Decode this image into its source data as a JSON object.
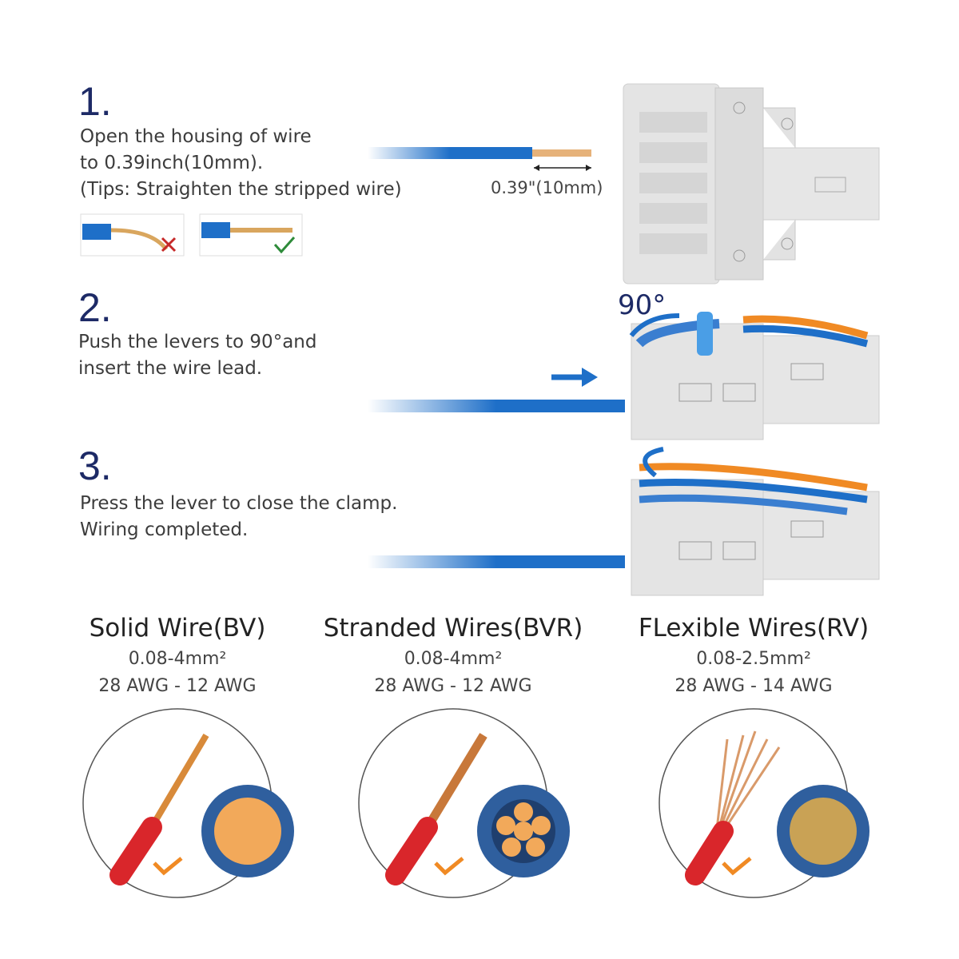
{
  "steps": [
    {
      "number": "1.",
      "lines": [
        "Open the housing of wire",
        "to 0.39inch(10mm).",
        "(Tips:  Straighten the stripped wire)"
      ],
      "measure_label": "0.39\"(10mm)"
    },
    {
      "number": "2.",
      "lines": [
        "Push the levers to 90°and",
        "insert the wire lead."
      ],
      "angle_label": "90°"
    },
    {
      "number": "3.",
      "lines": [
        "Press the lever to close the clamp.",
        "Wiring completed."
      ]
    }
  ],
  "wire_types": [
    {
      "title": "Solid Wire(BV)",
      "area": "0.08-4mm²",
      "awg": "28 AWG - 12 AWG"
    },
    {
      "title": "Stranded Wires(BVR)",
      "area": "0.08-4mm²",
      "awg": "28 AWG - 12 AWG"
    },
    {
      "title": "FLexible Wires(RV)",
      "area": "0.08-2.5mm²",
      "awg": "28 AWG - 14 AWG"
    }
  ],
  "colors": {
    "navy": "#1d2a66",
    "wire_blue": "#1e6fc8",
    "copper": "#e0a060",
    "orange": "#f08a24",
    "red": "#d9262b",
    "gray": "#e2e2e2"
  }
}
